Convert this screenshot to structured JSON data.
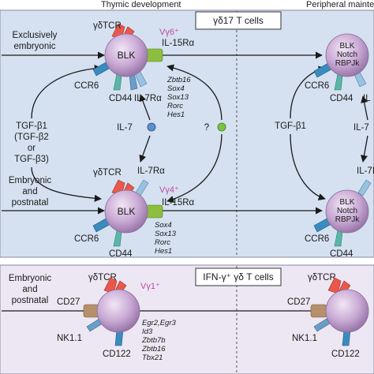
{
  "headers": {
    "thymic": "Thymic development",
    "peripheral": "Peripheral mainte"
  },
  "boxes": {
    "gd17": "γδ17 T cells",
    "ifn": "IFN-γ⁺ γδ T cells"
  },
  "left_labels": {
    "excl_line1": "Exclusively",
    "excl_line2": "embryonic",
    "emb_line1": "Embryonic",
    "emb_line2": "and",
    "emb_line3": "postnatal",
    "emb2_line1": "Embryonic",
    "emb2_line2": "and",
    "emb2_line3": "postnatal"
  },
  "tgf_left": [
    "TGF-β1",
    "(TGF-β2",
    "or",
    "TGF-β3)"
  ],
  "tgf_right": "TGF-β1",
  "cell1": {
    "tcr": "γδTCR",
    "vgamma": "Vγ6⁺",
    "blk": "BLK",
    "il15": "IL-15Rα",
    "ccr6": "CCR6",
    "cd44": "CD44",
    "il7r": "IL-7Rα",
    "genes": [
      "Zbtb16",
      "Sox4",
      "Sox13",
      "Rorc",
      "Hes1"
    ]
  },
  "cell2": {
    "tcr": "γδTCR",
    "vgamma": "Vγ4⁺",
    "blk": "BLK",
    "il7r": "IL-7Rα",
    "il15": "IL-15Rα",
    "ccr6": "CCR6",
    "cd44": "CD44",
    "genes": [
      "Sox4",
      "Sox13",
      "Rorc",
      "Hes1"
    ]
  },
  "cell3": {
    "tcr": "γδTCR",
    "vgamma": "Vγ1⁺",
    "cd27": "CD27",
    "nk11": "NK1.1",
    "cd122": "CD122",
    "genes": [
      "Egr2,Egr3",
      "Id3",
      "Zbtb7b",
      "Zbtb16",
      "Tbx21"
    ]
  },
  "il7": "IL-7",
  "question": "?",
  "right_cells": {
    "blk": "BLK",
    "notch": "Notch",
    "rbpjk": "RBPJk",
    "ccr6": "CCR6",
    "cd44": "CD44",
    "il_top": "IL",
    "il7": "IL-7",
    "il7r_frag": "IL-7I",
    "tcr": "γδTCR",
    "cd27": "CD27",
    "nk11": "NK1.1",
    "cd122": "CD122"
  },
  "colors": {
    "top_panel": "#d5e1f0",
    "bottom_panel": "#ede7f4",
    "cell_fill": "#c9a9d4",
    "tcr": "#e9584b",
    "il15r": "#8cbe3f",
    "ccr6": "#3a8bbf",
    "cd44": "#5bb6a8",
    "il7r": "#98c2e0",
    "cd27": "#b5906a",
    "il7_dot": "#5b8fd0",
    "q_dot": "#7cc242"
  }
}
